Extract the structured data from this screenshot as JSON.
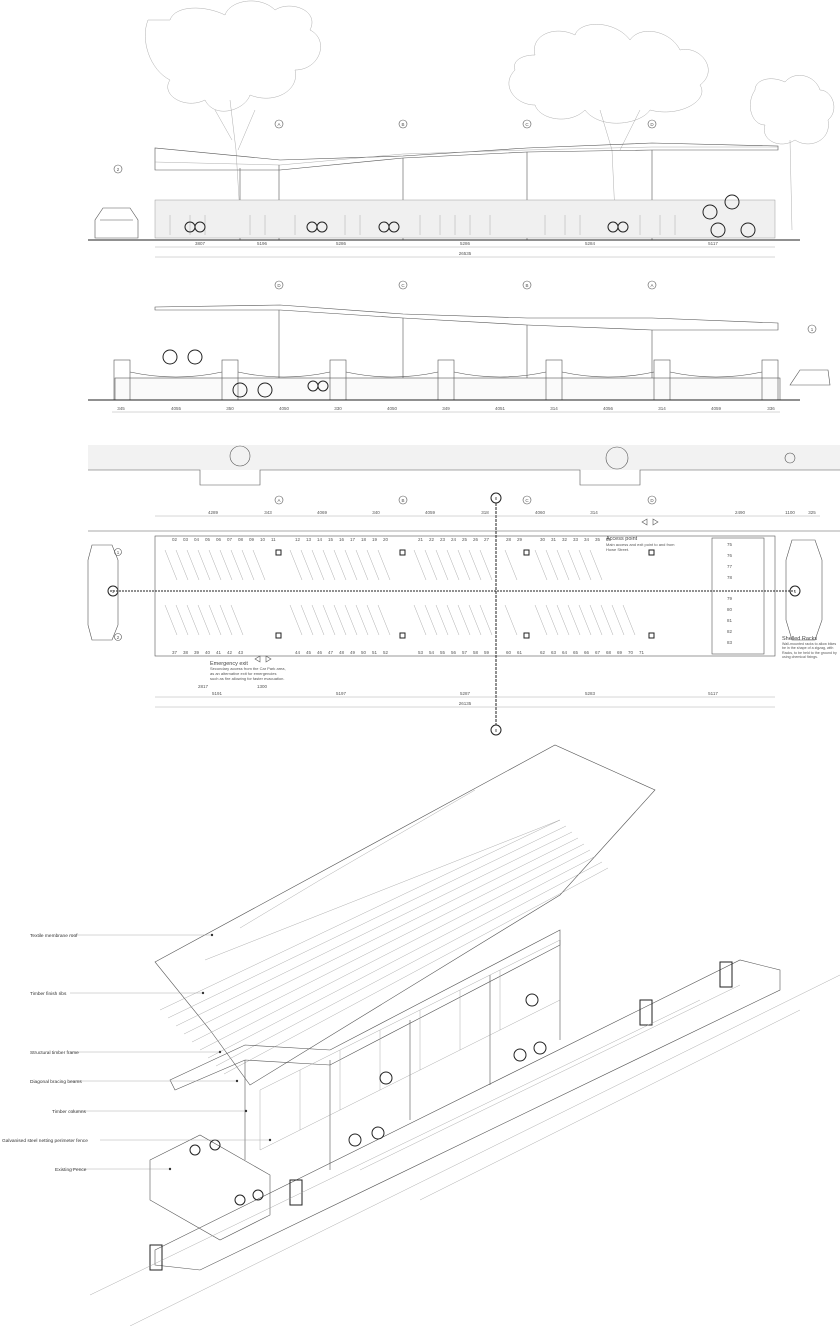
{
  "drawing": {
    "elevation_front": {
      "grid_labels": [
        "A",
        "B",
        "C",
        "D"
      ],
      "side_label": "2",
      "dims": [
        "3807",
        "5196",
        "5286",
        "5286",
        "5284",
        "5117"
      ],
      "total": "26535"
    },
    "elevation_back": {
      "grid_labels": [
        "D",
        "C",
        "B",
        "A"
      ],
      "side_label": "1",
      "dims": [
        "345",
        "4055",
        "350",
        "4050",
        "330",
        "4050",
        "349",
        "4051",
        "314",
        "4056",
        "314",
        "4059",
        "336"
      ]
    },
    "plan": {
      "grid_labels": [
        "A",
        "B",
        "C",
        "D"
      ],
      "top_dims": [
        "4289",
        "343",
        "4069",
        "340",
        "4059",
        "318",
        "4060",
        "314",
        "2490",
        "1100",
        "325"
      ],
      "bottom_dims": [
        "5191",
        "5197",
        "5287",
        "5283",
        "5117"
      ],
      "bottom_total": "26135",
      "left_dims": [
        "2817",
        "1300"
      ],
      "section_marker": "8",
      "side_markers": [
        "1",
        "1"
      ],
      "row_labels": [
        "1",
        "2"
      ],
      "rack_numbers_top": [
        "02",
        "03",
        "04",
        "05",
        "06",
        "07",
        "08",
        "09",
        "10",
        "11",
        "12",
        "13",
        "14",
        "15",
        "16",
        "17",
        "18",
        "19",
        "20",
        "21",
        "22",
        "23",
        "24",
        "25",
        "26",
        "27",
        "28",
        "29",
        "30",
        "31",
        "32",
        "33",
        "34",
        "35",
        "36"
      ],
      "rack_numbers_bottom": [
        "37",
        "38",
        "39",
        "40",
        "41",
        "42",
        "43",
        "44",
        "45",
        "46",
        "47",
        "48",
        "49",
        "50",
        "51",
        "52",
        "53",
        "54",
        "55",
        "56",
        "57",
        "58",
        "59",
        "60",
        "61",
        "62",
        "63",
        "64",
        "65",
        "66",
        "67",
        "68",
        "69",
        "70",
        "71"
      ],
      "shelf_numbers": [
        "75",
        "76",
        "77",
        "78",
        "79",
        "80",
        "81",
        "82",
        "83"
      ],
      "access_point": {
        "title": "Access point",
        "body": "Main access and exit point to and from Howe Street."
      },
      "emergency_exit": {
        "title": "Emergency exit",
        "body": "Secondary access from the Car Park area, as an alternative exit for emergencies such as fire allowing for faster evacuation."
      },
      "shelled_racks": {
        "title": "Shelled Racks",
        "body": "Wall-mounted racks to allow bikes be in the shape of a zigzag, with Racks, to be held to the ground by using chemical fixings."
      }
    },
    "axonometric": {
      "callouts": [
        "Textile membrane roof",
        "Timber finish ribs",
        "Structural timber frame",
        "Diagonal bracing beams",
        "Timber columns",
        "Galvanised steel netting perimeter fence",
        "Existing Fence"
      ]
    }
  }
}
